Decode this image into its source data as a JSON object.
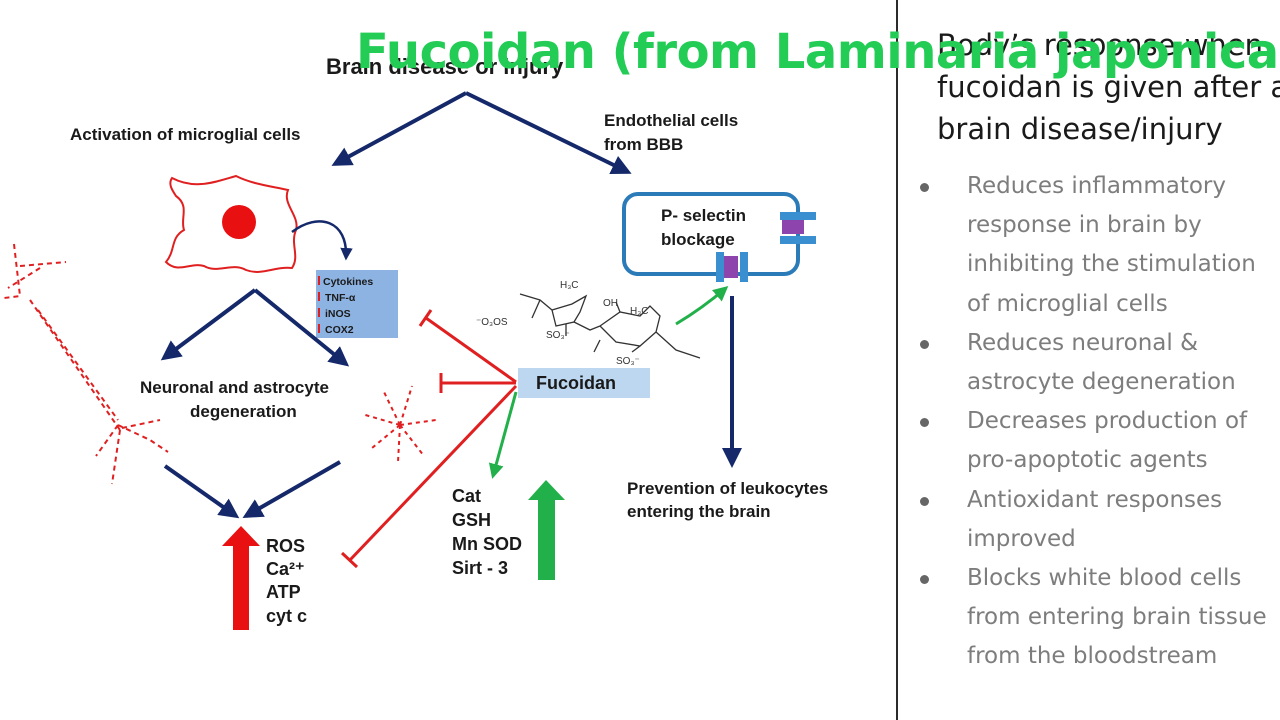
{
  "overlay_title": "Fucoidan (from Laminaria japonica)",
  "diagram": {
    "top_label": "Brain disease or injury",
    "microglia_label": "Activation of microglial cells",
    "endothelial_label_line1": "Endothelial cells",
    "endothelial_label_line2": "from BBB",
    "pselectin_line1": "P- selectin",
    "pselectin_line2": "blockage",
    "cytokine_box": [
      "Cytokines",
      "TNF-α",
      "iNOS",
      "COX2"
    ],
    "fucoidan_label": "Fucoidan",
    "degeneration_line1": "Neuronal and astrocyte",
    "degeneration_line2": "degeneration",
    "ros_list": [
      "ROS",
      "Ca²⁺",
      "ATP",
      "cyt c"
    ],
    "antioxidant_list": [
      "Cat",
      "GSH",
      "Mn SOD",
      "Sirt - 3"
    ],
    "leukocyte_line1": "Prevention of leukocytes",
    "leukocyte_line2": "entering the brain",
    "molecule_labels": {
      "h3c_top": "H₃C",
      "oh": "OH",
      "h3c_right": "H₃C",
      "o3so": "⁻O₃OS",
      "so3_left": "SO₃⁻",
      "so3_right": "SO₃⁻"
    },
    "colors": {
      "navy_arrow": "#14286a",
      "red_inhibit": "#e02020",
      "green_arrow": "#22b04a",
      "box_blue": "#2b7bb9"
    }
  },
  "panel": {
    "heading": "Body’s response when fucoidan is given after a brain disease/injury",
    "bullets": [
      "Reduces inflammatory\nresponse in brain by\ninhibiting the stimulation\nof microglial cells",
      "Reduces neuronal &\nastrocyte degeneration",
      "Decreases production of\npro-apoptotic agents",
      "Antioxidant responses\nimproved",
      "Blocks white blood cells\nfrom entering brain tissue\nfrom the bloodstream"
    ]
  }
}
